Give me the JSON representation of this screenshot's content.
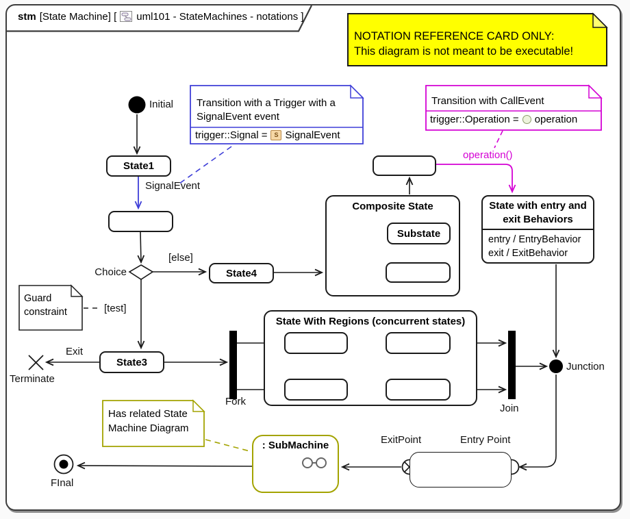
{
  "colors": {
    "accent_blue": "#3F3FD8",
    "accent_magenta": "#D400D4",
    "accent_olive": "#A3A300",
    "note_yellow": "#FFFF00"
  },
  "frame": {
    "keyword": "stm",
    "context": "[State Machine] [",
    "title": "uml101 - StateMachines - notations ]"
  },
  "warning_note": {
    "line1": "NOTATION REFERENCE CARD ONLY:",
    "line2": "This diagram is not meant to be executable!"
  },
  "signal_note": {
    "body": "Transition with a Trigger with a SignalEvent event",
    "expr_left": "trigger::Signal =",
    "icon_letter": "S",
    "expr_right": "SignalEvent"
  },
  "call_note": {
    "body": "Transition with CallEvent",
    "expr_left": "trigger::Operation =",
    "expr_right": "operation"
  },
  "guard_note": {
    "body": "Guard constraint"
  },
  "submachine_note": {
    "body": "Has related State Machine Diagram"
  },
  "states": {
    "state1": "State1",
    "state3": "State3",
    "state4": "State4",
    "substate": "Substate",
    "composite_title": "Composite State",
    "regions_title": "State With Regions (concurrent states)",
    "behaviors_title": "State with entry and exit Behaviors",
    "behaviors_entry": "entry / EntryBehavior",
    "behaviors_exit": "exit / ExitBehavior",
    "submachine_title": ": SubMachine"
  },
  "labels": {
    "initial": "Initial",
    "signal_event": "SignalEvent",
    "choice": "Choice",
    "else_guard": "[else]",
    "test_guard": "[test]",
    "exit": "Exit",
    "terminate": "Terminate",
    "fork": "Fork",
    "join": "Join",
    "junction": "Junction",
    "operation": "operation()",
    "exit_point": "ExitPoint",
    "entry_point": "Entry Point",
    "final": "FInal"
  }
}
